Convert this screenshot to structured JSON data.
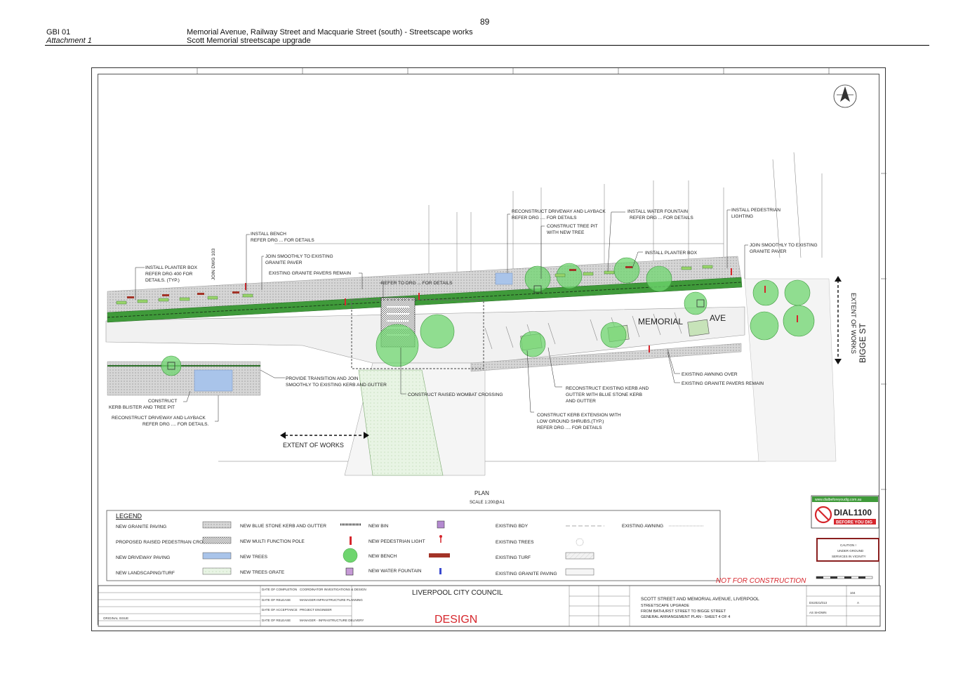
{
  "page_number": "89",
  "header": {
    "left_line1": "GBI 01",
    "left_line2": "Attachment 1",
    "right_line1": "Memorial Avenue, Railway Street and Macquarie Street (south) - Streetscape works",
    "right_line2": "Scott Memorial streetscape upgrade"
  },
  "plan": {
    "street_name_1": "MEMORIAL",
    "street_name_2": "AVE",
    "cross_street": "BIGGE ST",
    "extent_right": "EXTENT OF WORKS",
    "extent_bottom": "EXTENT OF WORKS",
    "join_label": "JOIN DWG 103",
    "title": "PLAN",
    "scale": "SCALE 1:200@A1",
    "callouts": [
      "INSTALL PLANTER BOX",
      "REFER DRG 400 FOR",
      "DETAILS. (TYP.)",
      "INSTALL BENCH",
      "REFER DRG ... FOR DETAILS",
      "JOIN SMOOTHLY TO EXISTING",
      "GRANITE PAVER",
      "EXISTING GRANITE PAVERS REMAIN",
      "REFER TO DRG ... FOR DETAILS",
      "RECONSTRUCT DRIVEWAY AND LAYBACK",
      "REFER DRG .... FOR DETAILS",
      "CONSTRUCT TREE PIT",
      "WITH NEW TREE",
      "INSTALL WATER FOUNTAIN",
      "REFER DRG ... FOR DETAILS",
      "INSTALL PEDESTRIAN",
      "LIGHTING",
      "INSTALL PLANTER BOX",
      "JOIN SMOOTHLY TO EXISTING",
      "GRANITE PAVER",
      "PROVIDE TRANSITION AND JOIN",
      "SMOOTHLY TO EXISTING KERB AND GUTTER",
      "CONSTRUCT RAISED WOMBAT CROSSING",
      "RECONSTRUCT EXISTING KERB AND",
      "GUTTER WITH BLUE STONE KERB",
      "AND GUTTER",
      "CONSTRUCT KERB EXTENSION WITH",
      "LOW GROUND SHRUBS.(TYP.)",
      "REFER DRG .... FOR DETAILS",
      "EXISTING AWNING OVER",
      "EXISTING GRANITE PAVERS REMAIN",
      "CONSTRUCT",
      "KERB BLISTER AND TREE PIT",
      "RECONSTRUCT DRIVEWAY AND LAYBACK",
      "REFER DRG .... FOR DETAILS."
    ]
  },
  "legend": {
    "title": "LEGEND",
    "items": [
      "NEW GRANITE PAVING",
      "PROPOSED RAISED PEDESTRIAN CROSSING",
      "NEW DRIVEWAY PAVING",
      "NEW LANDSCAPING/TURF",
      "NEW BLUE STONE KERB AND GUTTER",
      "NEW MULTI FUNCTION POLE",
      "NEW TREES",
      "NEW TREES GRATE",
      "NEW BIN",
      "NEW PEDESTRIAN LIGHT",
      "NEW BENCH",
      "NEW WATER FOUNTAIN",
      "EXISTING BDY",
      "EXISTING TREES",
      "EXISTING TURF",
      "EXISTING GRANITE PAVING",
      "EXISTING AWNING"
    ]
  },
  "dial": {
    "site": "www.dialbeforeyoudig.com.au",
    "number": "DIAL1100",
    "tagline": "BEFORE YOU DIG"
  },
  "caution": {
    "line1": "CAUTION !",
    "line2": "UNDER GROUND",
    "line3": "SERVICES IN VICINITY"
  },
  "title_block": {
    "not_for_construction": "NOT FOR CONSTRUCTION",
    "council": "LIVERPOOL CITY COUNCIL",
    "status": "DESIGN",
    "drawing_title_1": "SCOTT STREET AND MEMORIAL AVENUE, LIVERPOOL",
    "drawing_title_2": "STREETSCAPE UPGRADE",
    "drawing_title_3": "FROM BATHURST STREET TO BIGGE STREET",
    "drawing_title_4": "GENERAL ARRANGEMENT PLAN - SHEET 4 OF 4",
    "scale": "AS SHOWN",
    "drawing_no": "104",
    "issue": "A",
    "job_no": "DS2021/013",
    "orig_issue": "ORIGINAL ISSUE",
    "date_of_completion": "DATE OF COMPLETION",
    "date_of_release": "DATE OF RELEASE",
    "date_of_acceptance": "DATE OF ACCEPTANCE",
    "coordinator": "COORDINATOR INVESTIGATIONS & DESIGN",
    "manager_planning": "MANAGER-INFRASTRUCTURE PLANNING",
    "project_engineer": "PROJECT ENGINEER",
    "manager_delivery": "MANAGER - INFRASTRUCTURE DELIVERY"
  },
  "colors": {
    "kerb_green": "#3f9a3a",
    "tree_green": "#6fd56f",
    "paving": "#cfcfcf",
    "driveway_blue": "#a9c4ea",
    "red_text": "#d6262c"
  }
}
